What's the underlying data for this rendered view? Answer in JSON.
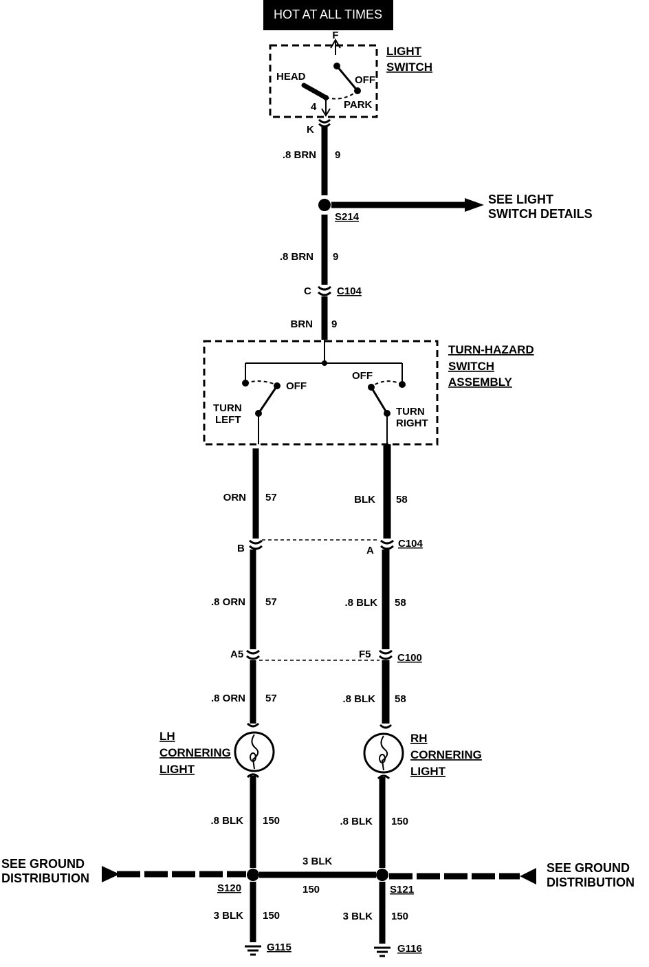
{
  "power_banner": "HOT AT ALL TIMES",
  "light_switch": {
    "name_line1": "LIGHT",
    "name_line2": "SWITCH",
    "pos_f": "F",
    "pos_head": "HEAD",
    "pos_off": "OFF",
    "pos_park": "PARK",
    "terminal": "4",
    "connector_pin": "K"
  },
  "wire_top_1": {
    "color": ".8 BRN",
    "circuit": "9"
  },
  "splice_s214": {
    "id": "S214",
    "ref_line1": "SEE LIGHT",
    "ref_line2": "SWITCH DETAILS"
  },
  "wire_top_2": {
    "color": ".8 BRN",
    "circuit": "9"
  },
  "connector_c104_top": {
    "pin": "C",
    "id": "C104"
  },
  "wire_top_3": {
    "color": "BRN",
    "circuit": "9"
  },
  "turn_hazard": {
    "name_line1": "TURN-HAZARD",
    "name_line2": "SWITCH",
    "name_line3": "ASSEMBLY",
    "left_off": "OFF",
    "left_turn_line1": "TURN",
    "left_turn_line2": "LEFT",
    "right_off": "OFF",
    "right_turn_line1": "TURN",
    "right_turn_line2": "RIGHT"
  },
  "left_branch": {
    "wire1": {
      "color": "ORN",
      "circuit": "57"
    },
    "c104_pin": "B",
    "wire2": {
      "color": ".8 ORN",
      "circuit": "57"
    },
    "c100_pin": "A5",
    "wire3": {
      "color": ".8 ORN",
      "circuit": "57"
    },
    "lamp_line1": "LH",
    "lamp_line2": "CORNERING",
    "lamp_line3": "LIGHT",
    "wire4": {
      "color": ".8 BLK",
      "circuit": "150"
    },
    "splice": "S120",
    "ground_ref_line1": "SEE GROUND",
    "ground_ref_line2": "DISTRIBUTION",
    "wire5": {
      "color": "3 BLK",
      "circuit": "150"
    },
    "ground": "G115"
  },
  "right_branch": {
    "wire1": {
      "color": "BLK",
      "circuit": "58"
    },
    "c104_pin": "A",
    "c104_id": "C104",
    "wire2": {
      "color": ".8 BLK",
      "circuit": "58"
    },
    "c100_pin": "F5",
    "c100_id": "C100",
    "wire3": {
      "color": ".8 BLK",
      "circuit": "58"
    },
    "lamp_line1": "RH",
    "lamp_line2": "CORNERING",
    "lamp_line3": "LIGHT",
    "wire4": {
      "color": ".8 BLK",
      "circuit": "150"
    },
    "splice": "S121",
    "ground_ref_line1": "SEE GROUND",
    "ground_ref_line2": "DISTRIBUTION",
    "wire5": {
      "color": "3 BLK",
      "circuit": "150"
    },
    "ground": "G116"
  },
  "ground_bus": {
    "color": "3 BLK",
    "circuit": "150"
  }
}
